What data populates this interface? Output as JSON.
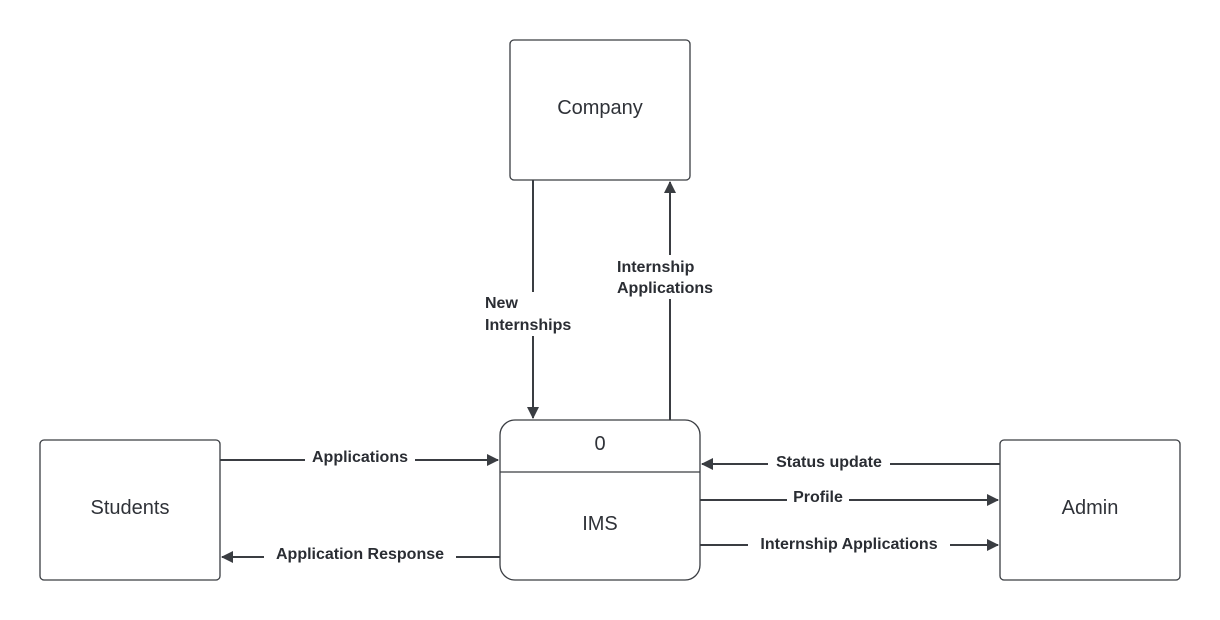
{
  "entities": {
    "company": "Company",
    "students": "Students",
    "admin": "Admin"
  },
  "process": {
    "number": "0",
    "name": "IMS"
  },
  "flows": {
    "new_internships": [
      "New",
      "Internships"
    ],
    "internship_applications_to_company": [
      "Internship",
      "Applications"
    ],
    "applications": "Applications",
    "application_response": "Application Response",
    "status_update": "Status update",
    "profile": "Profile",
    "internship_applications_to_admin": "Internship Applications"
  },
  "colors": {
    "stroke": "#3a3d42",
    "text": "#2f3238",
    "label": "#2a2d33",
    "background": "#ffffff"
  }
}
